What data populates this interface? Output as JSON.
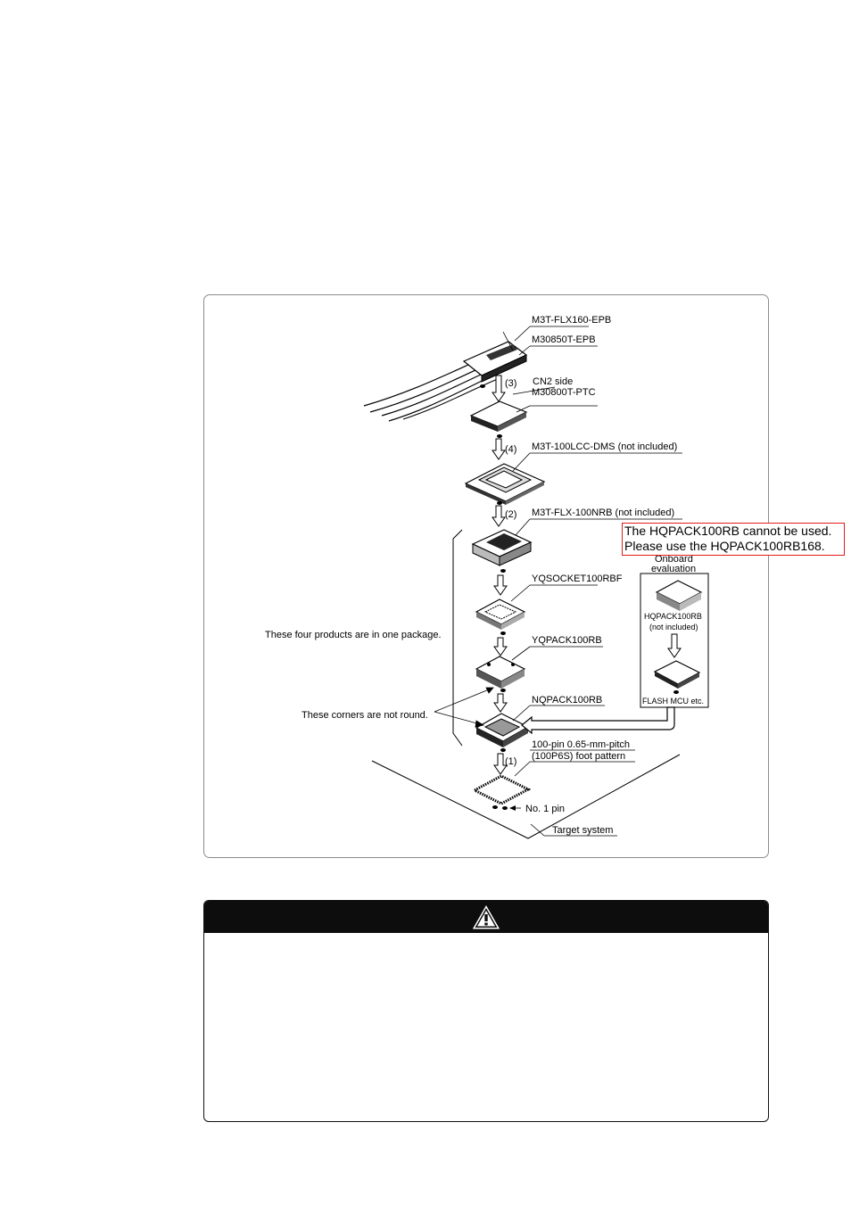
{
  "diagram": {
    "labels": {
      "flx160_epb": "M3T-FLX160-EPB",
      "m30850t_epb": "M30850T-EPB",
      "cn2_side": "CN2 side",
      "m30800t_ptc": "M30800T-PTC",
      "dms": "M3T-100LCC-DMS (not included)",
      "flx_100nrb": "M3T-FLX-100NRB (not included)",
      "yqsocket": "YQSOCKET100RBF",
      "yqpack": "YQPACK100RB",
      "nqpack": "NQPACK100RB",
      "foot_pattern_1": "100-pin 0.65-mm-pitch",
      "foot_pattern_2": "(100P6S) foot pattern",
      "no1_pin": "No. 1 pin",
      "target_system": "Target system",
      "four_products": "These four products are in one package.",
      "corners": "These corners are not round.",
      "onboard_1": "Onboard",
      "onboard_2": "evaluation",
      "hqpack": "HQPACK100RB",
      "hqpack_not_included": "(not included)",
      "flash_mcu": "FLASH MCU etc."
    },
    "steps": {
      "step3": "(3)",
      "step4": "(4)",
      "step2": "(2)",
      "step1": "(1)"
    },
    "note": {
      "line1": "The HQPACK100RB cannot be used.",
      "line2": "Please use the HQPACK100RB168."
    }
  },
  "warning": {
    "icon": "warning-triangle-icon"
  },
  "colors": {
    "note_border": "#e11b1b",
    "warning_header": "#0d0d0d"
  }
}
